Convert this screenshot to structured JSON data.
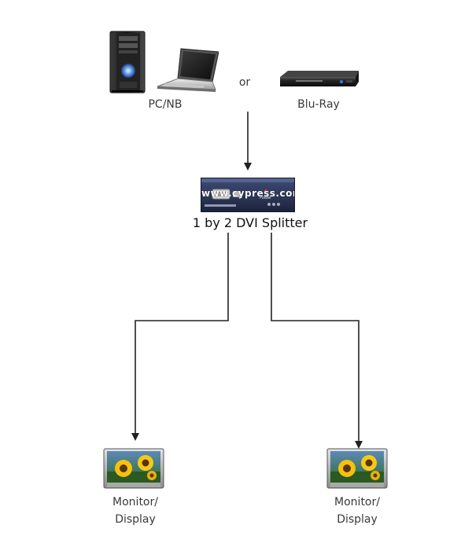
{
  "sources": {
    "pc_label": "PC/NB",
    "or_label": "or",
    "bluray_label": "Blu-Ray"
  },
  "splitter": {
    "label": "1 by 2 DVI Splitter",
    "watermark": "www.cypress.com.tw",
    "power_text": "Power"
  },
  "outputs": [
    {
      "line1": "Monitor/",
      "line2": "Display"
    },
    {
      "line1": "Monitor/",
      "line2": "Display"
    }
  ]
}
